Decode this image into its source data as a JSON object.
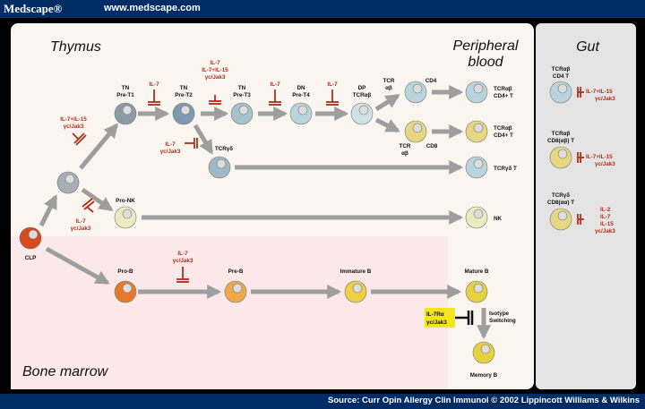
{
  "header": {
    "brand": "Medscape®",
    "site": "www.medscape.com"
  },
  "footer": {
    "source": "Source: Curr Opin Allergy Clin Immunol © 2002 Lippincott Williams & Wilkins"
  },
  "regions": {
    "thymus": "Thymus",
    "peripheral_1": "Peripheral",
    "peripheral_2": "blood",
    "gut": "Gut",
    "bone_marrow": "Bone marrow"
  },
  "cells": {
    "clp": "CLP",
    "tn_pret1": [
      "TN",
      "Pre-T1"
    ],
    "tn_pret2": [
      "TN",
      "Pre-T2"
    ],
    "tn_pret3": [
      "TN",
      "Pre-T3"
    ],
    "dn_pret4": [
      "DN",
      "Pre-T4"
    ],
    "dp": [
      "DP",
      "TCRαβ"
    ],
    "tcr_ab_top": [
      "TCR",
      "αβ"
    ],
    "cd4": "CD4",
    "tcr_ab_bottom": [
      "TCR",
      "αβ"
    ],
    "cd8": "CD8",
    "tcr_gd": "TCRγδ",
    "pro_nk": "Pro-NK",
    "pro_b": "Pro-B",
    "pre_b": "Pre-B",
    "immature_b": "Immature B",
    "mature_b": "Mature B",
    "memory_b": "Memory B",
    "pb_cd4": [
      "TCRαβ",
      "CD4+ T"
    ],
    "pb_cd8": [
      "TCRαβ",
      "CD4+ T"
    ],
    "pb_gd": "TCRγδ T",
    "pb_nk": "NK",
    "gut_cd4": [
      "TCRαβ",
      "CD4 T"
    ],
    "gut_cd8": [
      "TCRαβ",
      "CD8(αβ) T"
    ],
    "gut_gd": [
      "TCRγδ",
      "CD8(αα) T"
    ]
  },
  "isotype": [
    "Isotype",
    "Switching"
  ],
  "regulators": {
    "r_il7_1": [
      "IL-7"
    ],
    "r_top_t2": [
      "IL-7",
      "IL-7+IL-15",
      "γc/Jak3"
    ],
    "r_il7_3": [
      "IL-7"
    ],
    "r_il7_4": [
      "IL-7"
    ],
    "r_left": [
      "IL-7+IL-15",
      "γc/Jak3"
    ],
    "r_gd": [
      "IL-7",
      "γc/Jak3"
    ],
    "r_nk": [
      "IL-7",
      "γc/Jak3"
    ],
    "r_b": [
      "IL-7",
      "γc/Jak3"
    ],
    "r_gut1": [
      "IL-7+IL-15",
      "γc/Jak3"
    ],
    "r_gut2": [
      "IL-7+IL-15",
      "γc/Jak3"
    ],
    "r_gut3": [
      "IL-2",
      "IL-7",
      "IL-15",
      "γc/Jak3"
    ],
    "r_memory": [
      "IL-7Rα",
      "γc/Jak3"
    ]
  },
  "colors": {
    "panel": "#faf5ef",
    "bone_marrow": "#fbe8e8",
    "gut": "#e4e4e4",
    "arrow": "#9e9e9e",
    "regulator": "#b22d1a",
    "highlight": "#f5e51e",
    "cell_gray": "#8e9aa6",
    "cell_blue_gray": "#7e9ab0",
    "cell_light_blue": "#b8d4dc",
    "cell_cream": "#eeeac0",
    "cell_yellow": "#e6d23c",
    "cell_orange": "#e8782c",
    "cell_light_orange": "#f0a84c",
    "cell_red_orange": "#d64a1c"
  }
}
